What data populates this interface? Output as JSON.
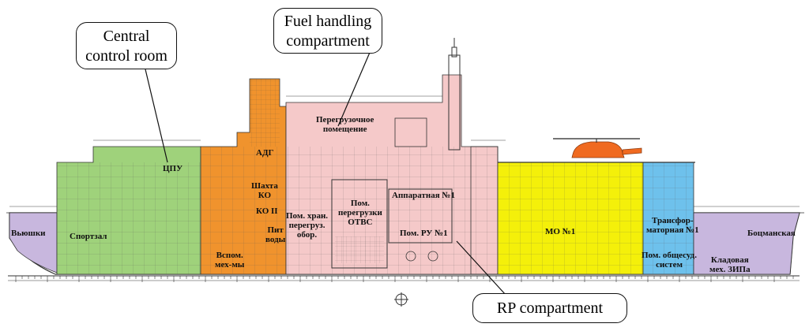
{
  "colors": {
    "stern": "#c8b7de",
    "gym": "#9fd27b",
    "engine": "#f0932d",
    "fuel": "#f5c9c9",
    "rp": "#f5c9c9",
    "mo": "#f4f00a",
    "transformer": "#6ec1ec",
    "bow": "#c8b7de",
    "helicopter": "#f06a20",
    "outline": "#333333"
  },
  "callouts": {
    "central_control": "Central\ncontrol room",
    "fuel_handling": "Fuel handling\ncompartment",
    "rp": "RP compartment"
  },
  "labels": {
    "vyushki": "Вьюшки",
    "sportzal": "Спортзал",
    "tsps": "ЦПУ",
    "adg": "АДГ",
    "shakhta_ko": "Шахта\nКО",
    "ko2": "КО II",
    "pit_vody": "Пит\nводы",
    "vspom": "Вспом.\nмех-мы",
    "peregruz": "Перегрузочное\nпомещение",
    "pom_hran": "Пом. хран.\nперегруз.\nобор.",
    "pom_peregruzki": "Пом.\nперегрузки\nОТВС",
    "apparatnaya": "Аппаратная №1",
    "pom_ru": "Пом. РУ №1",
    "mo": "МО №1",
    "transformatornaya": "Трансфор-\nматорная №1",
    "pom_obshchesud": "Пом. общесуд.\nсистем",
    "botsmanskaya": "Боцманская",
    "kladovaya": "Кладовая\nмех. ЗИПа"
  }
}
